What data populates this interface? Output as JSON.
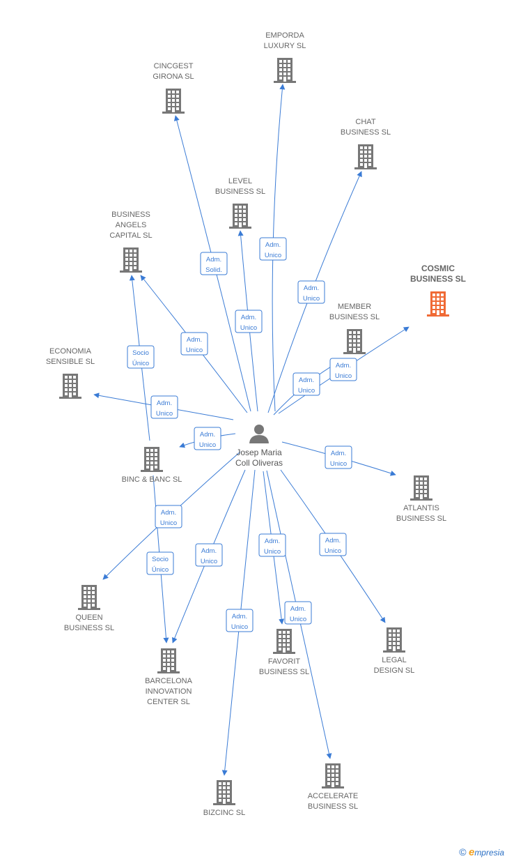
{
  "center": {
    "name_lines": [
      "Josep Maria",
      "Coll Oliveras"
    ]
  },
  "colors": {
    "edge": "#3a7bd5",
    "building": "#777777",
    "highlight": "#f06a35",
    "text": "#666666"
  },
  "companies": [
    {
      "id": "emporda",
      "lines": [
        "EMPORDA",
        "LUXURY  SL"
      ],
      "highlight": false
    },
    {
      "id": "cincgest",
      "lines": [
        "CINCGEST",
        "GIRONA  SL"
      ],
      "highlight": false
    },
    {
      "id": "chat",
      "lines": [
        "CHAT",
        "BUSINESS  SL"
      ],
      "highlight": false
    },
    {
      "id": "level",
      "lines": [
        "LEVEL",
        "BUSINESS  SL"
      ],
      "highlight": false
    },
    {
      "id": "angels",
      "lines": [
        "BUSINESS",
        "ANGELS",
        "CAPITAL  SL"
      ],
      "highlight": false
    },
    {
      "id": "cosmic",
      "lines": [
        "COSMIC",
        "BUSINESS  SL"
      ],
      "highlight": true
    },
    {
      "id": "member",
      "lines": [
        "MEMBER",
        "BUSINESS  SL"
      ],
      "highlight": false
    },
    {
      "id": "economia",
      "lines": [
        "ECONOMIA",
        "SENSIBLE  SL"
      ],
      "highlight": false
    },
    {
      "id": "binc",
      "lines": [
        "BINC & BANC SL"
      ],
      "highlight": false
    },
    {
      "id": "atlantis",
      "lines": [
        "ATLANTIS",
        "BUSINESS  SL"
      ],
      "highlight": false
    },
    {
      "id": "queen",
      "lines": [
        "QUEEN",
        "BUSINESS  SL"
      ],
      "highlight": false
    },
    {
      "id": "legal",
      "lines": [
        "LEGAL",
        "DESIGN  SL"
      ],
      "highlight": false
    },
    {
      "id": "favorit",
      "lines": [
        "FAVORIT",
        "BUSINESS  SL"
      ],
      "highlight": false
    },
    {
      "id": "barcelona",
      "lines": [
        "BARCELONA",
        "INNOVATION",
        "CENTER  SL"
      ],
      "highlight": false
    },
    {
      "id": "accelerate",
      "lines": [
        "ACCELERATE",
        "BUSINESS  SL"
      ],
      "highlight": false
    },
    {
      "id": "bizcinc",
      "lines": [
        "BIZCINC  SL"
      ],
      "highlight": false
    }
  ],
  "relations": [
    {
      "from": "center",
      "to": "emporda",
      "label": [
        "Adm.",
        "Unico"
      ]
    },
    {
      "from": "center",
      "to": "cincgest",
      "label": [
        "Adm.",
        "Solid."
      ]
    },
    {
      "from": "center",
      "to": "chat",
      "label": [
        "Adm.",
        "Unico"
      ]
    },
    {
      "from": "center",
      "to": "level",
      "label": [
        "Adm.",
        "Unico"
      ]
    },
    {
      "from": "center",
      "to": "angels",
      "label": [
        "Adm.",
        "Unico"
      ]
    },
    {
      "from": "center",
      "to": "cosmic",
      "label": [
        "Adm.",
        "Unico"
      ]
    },
    {
      "from": "center",
      "to": "member",
      "label": [
        "Adm.",
        "Unico"
      ]
    },
    {
      "from": "center",
      "to": "economia",
      "label": [
        "Adm.",
        "Unico"
      ]
    },
    {
      "from": "center",
      "to": "binc",
      "label": [
        "Adm.",
        "Unico"
      ]
    },
    {
      "from": "center",
      "to": "atlantis",
      "label": [
        "Adm.",
        "Unico"
      ]
    },
    {
      "from": "center",
      "to": "queen",
      "label": [
        "Adm.",
        "Unico"
      ]
    },
    {
      "from": "center",
      "to": "legal",
      "label": [
        "Adm.",
        "Unico"
      ]
    },
    {
      "from": "center",
      "to": "favorit",
      "label": [
        "Adm.",
        "Unico"
      ]
    },
    {
      "from": "center",
      "to": "barcelona",
      "label": [
        "Adm.",
        "Unico"
      ]
    },
    {
      "from": "center",
      "to": "accelerate",
      "label": [
        "Adm.",
        "Unico"
      ]
    },
    {
      "from": "center",
      "to": "bizcinc",
      "label": [
        "Adm.",
        "Unico"
      ]
    },
    {
      "from": "binc",
      "to": "angels",
      "label": [
        "Socio",
        "Único"
      ]
    },
    {
      "from": "binc",
      "to": "barcelona",
      "label": [
        "Socio",
        "Único"
      ]
    }
  ],
  "footer": {
    "copyright": "©",
    "brand_initial": "e",
    "brand_rest": "mpresia"
  }
}
